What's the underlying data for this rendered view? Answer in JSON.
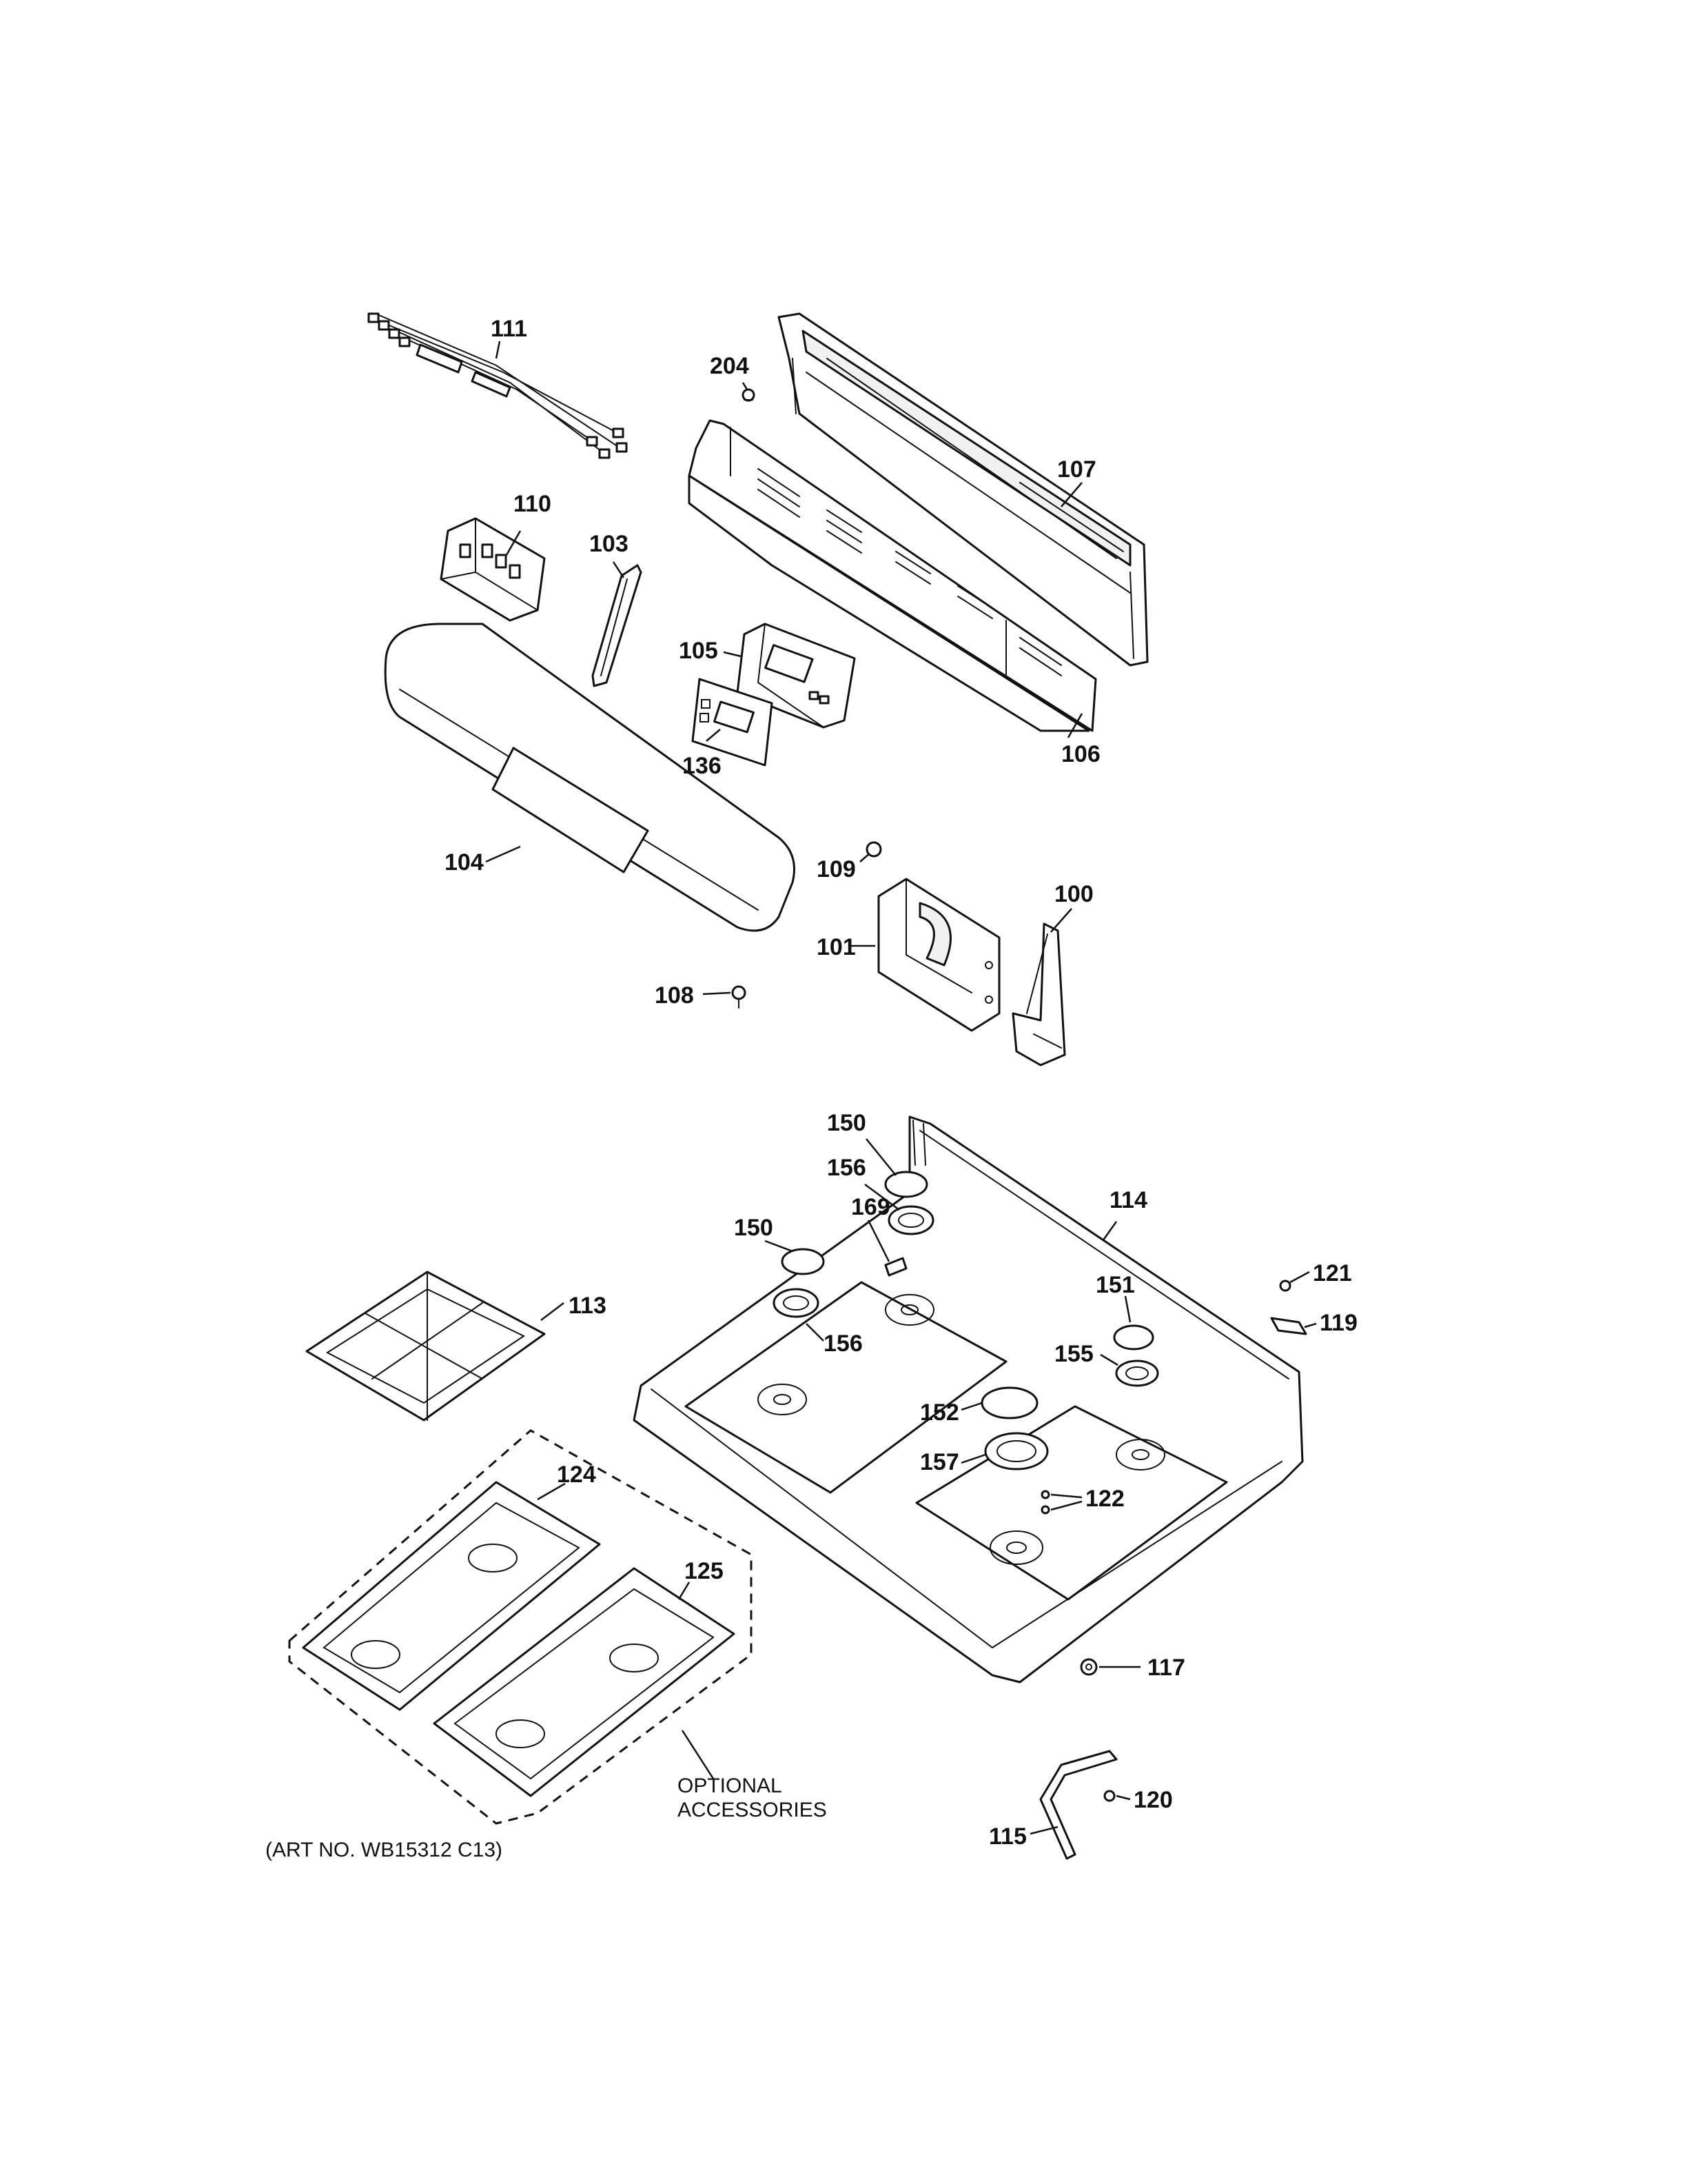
{
  "callouts": [
    {
      "id": "111",
      "label": "111"
    },
    {
      "id": "204",
      "label": "204"
    },
    {
      "id": "107",
      "label": "107"
    },
    {
      "id": "110",
      "label": "110"
    },
    {
      "id": "103",
      "label": "103"
    },
    {
      "id": "105",
      "label": "105"
    },
    {
      "id": "136",
      "label": "136"
    },
    {
      "id": "106",
      "label": "106"
    },
    {
      "id": "104",
      "label": "104"
    },
    {
      "id": "109",
      "label": "109"
    },
    {
      "id": "101",
      "label": "101"
    },
    {
      "id": "100",
      "label": "100"
    },
    {
      "id": "108",
      "label": "108"
    },
    {
      "id": "150a",
      "label": "150"
    },
    {
      "id": "156a",
      "label": "156"
    },
    {
      "id": "114",
      "label": "114"
    },
    {
      "id": "150b",
      "label": "150"
    },
    {
      "id": "169",
      "label": "169"
    },
    {
      "id": "113",
      "label": "113"
    },
    {
      "id": "156b",
      "label": "156"
    },
    {
      "id": "121",
      "label": "121"
    },
    {
      "id": "151",
      "label": "151"
    },
    {
      "id": "119",
      "label": "119"
    },
    {
      "id": "155",
      "label": "155"
    },
    {
      "id": "152",
      "label": "152"
    },
    {
      "id": "157",
      "label": "157"
    },
    {
      "id": "124",
      "label": "124"
    },
    {
      "id": "122",
      "label": "122"
    },
    {
      "id": "125",
      "label": "125"
    },
    {
      "id": "117",
      "label": "117"
    },
    {
      "id": "120",
      "label": "120"
    },
    {
      "id": "115",
      "label": "115"
    }
  ],
  "notes": {
    "optional_line1": "OPTIONAL",
    "optional_line2": "ACCESSORIES",
    "art_no": "(ART NO. WB15312 C13)"
  }
}
